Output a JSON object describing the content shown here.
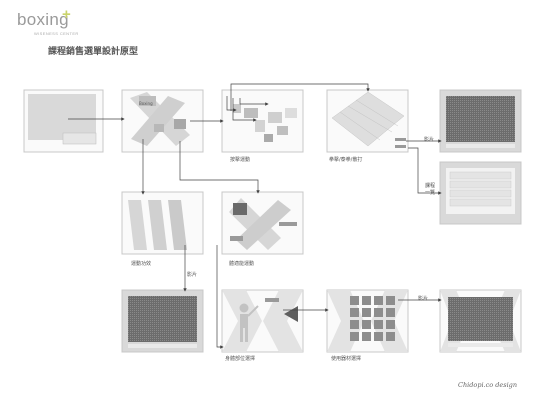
{
  "brand": {
    "name": "boxing",
    "plus": "+",
    "subtitle": "WISENESS CENTER"
  },
  "page_title": "課程銷售選單設計原型",
  "footer": "Chidopi.co design",
  "screens": {
    "boxing_item": {
      "label": "Boxing"
    },
    "tap_sport": {
      "label": "按擊運動"
    },
    "select_menu": {
      "label": "拳擊/泰拳/散打"
    },
    "video": {
      "label": "影片"
    },
    "course_list": {
      "label": "課程\n一覽"
    },
    "sport_intro": {
      "label": "運動功效"
    },
    "other_sports": {
      "label": "體適能運動"
    },
    "video_small": {
      "label": "影片"
    },
    "body_select": {
      "label": "身體部位選擇"
    },
    "equipment_select": {
      "label": "使用器材選擇"
    },
    "video_final": {
      "label": "影片"
    }
  },
  "colors": {
    "line": "#444444",
    "frame": "#c8c8c8",
    "shape": "#d9d9d9",
    "dark": "#5a5a5a",
    "accent": "#c9d36a"
  }
}
